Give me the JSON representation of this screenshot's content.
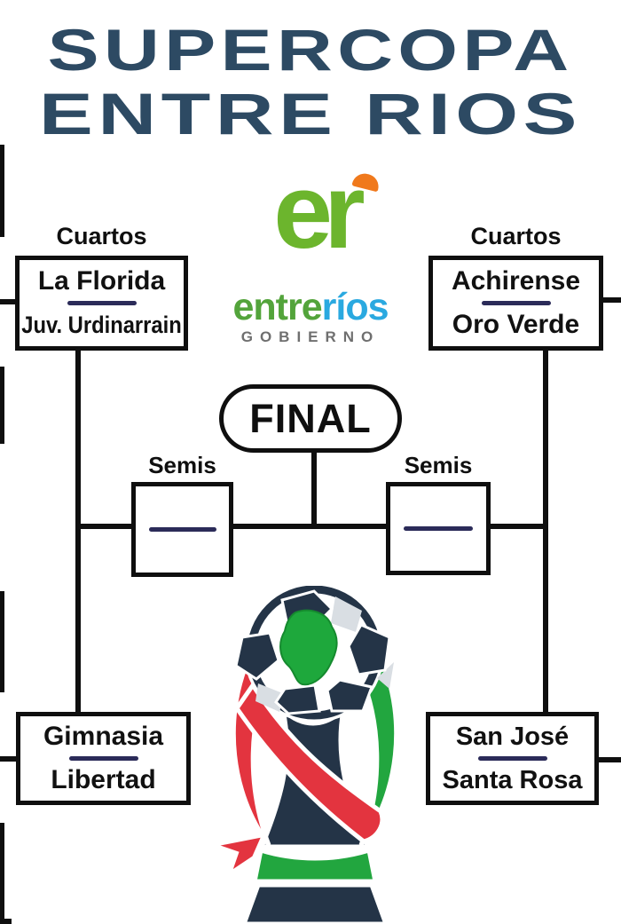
{
  "title": {
    "line1": "SUPERCOPA",
    "line2": "ENTRE RIOS"
  },
  "logo": {
    "monogram": "er",
    "wordmark_part1": "entre",
    "wordmark_part2": "ríos",
    "tagline": "GOBIERNO"
  },
  "bracket": {
    "final_label": "FINAL",
    "quarters_label": "Cuartos",
    "semis_label": "Semis",
    "matches": {
      "quarter_top_left": {
        "team1": "La Florida",
        "team2": "Juv. Urdinarrain"
      },
      "quarter_top_right": {
        "team1": "Achirense",
        "team2": "Oro Verde"
      },
      "quarter_bottom_left": {
        "team1": "Gimnasia",
        "team2": "Libertad"
      },
      "quarter_bottom_right": {
        "team1": "San José",
        "team2": "Santa Rosa"
      },
      "semi_left": {
        "team1": "",
        "team2": ""
      },
      "semi_right": {
        "team1": "",
        "team2": ""
      }
    }
  },
  "colors": {
    "title": "#2d4a63",
    "bracket_line": "#0f0f0f",
    "divider_navy": "#2b2b59",
    "logo_green": "#6cb52d",
    "logo_text_green": "#53a43b",
    "logo_text_blue": "#2aa9e0",
    "logo_gray": "#6f6f6f",
    "logo_orange": "#f0791c",
    "trophy_navy": "#243447",
    "trophy_red": "#e3343f",
    "trophy_green": "#22a63f"
  }
}
